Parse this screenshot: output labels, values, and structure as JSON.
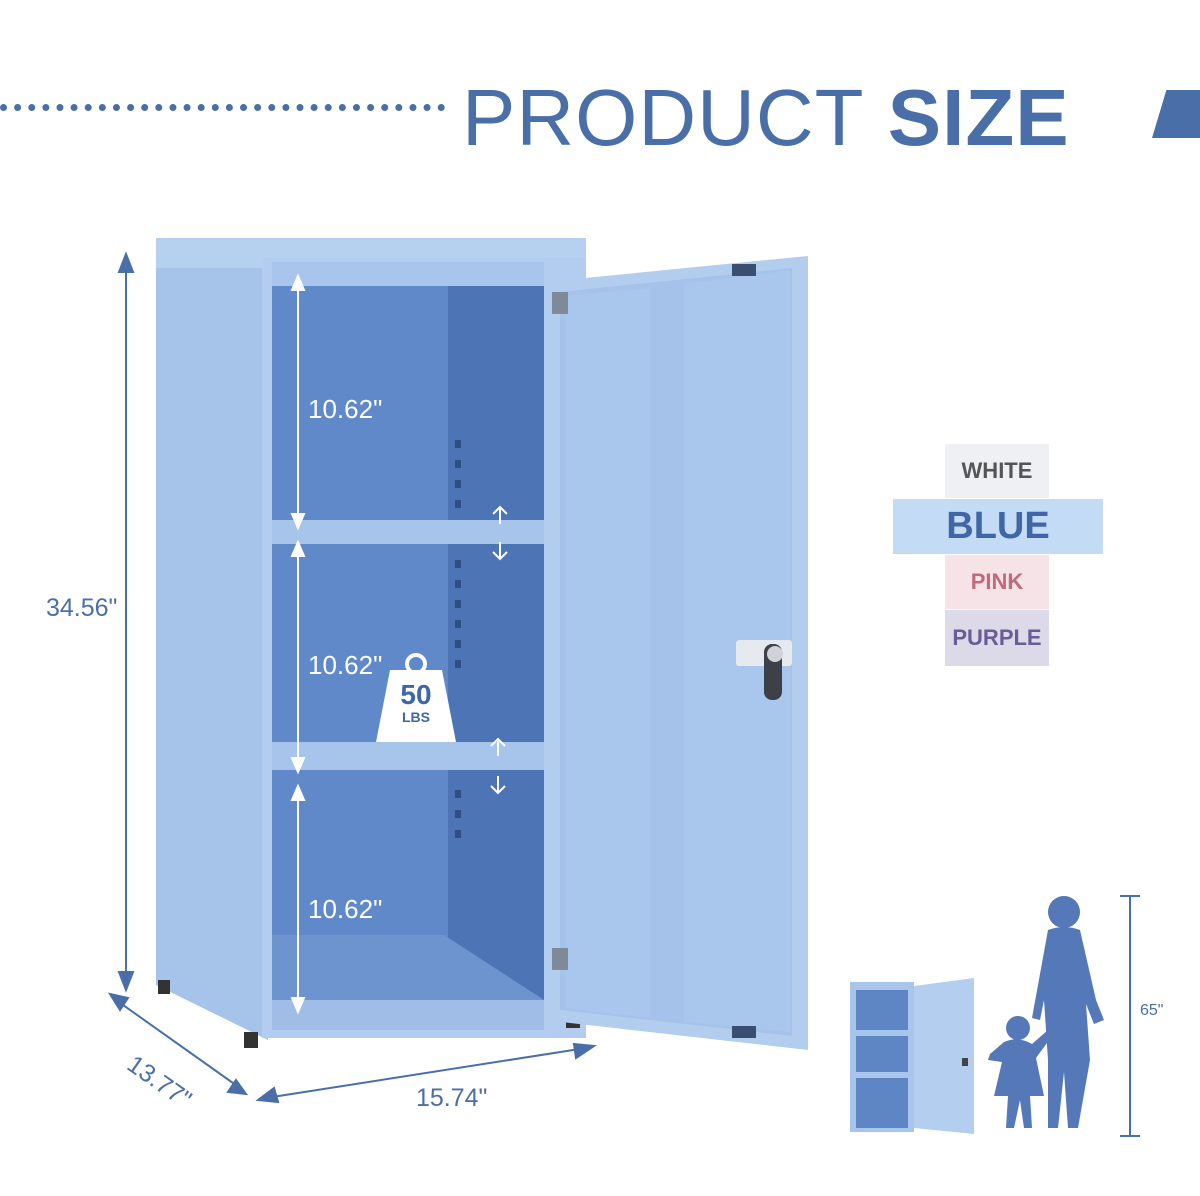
{
  "title": {
    "light": "PRODUCT",
    "bold": "SIZE"
  },
  "dimensions": {
    "height": "34.56\"",
    "depth": "13.77\"",
    "width": "15.74\"",
    "shelf_spacing": [
      "10.62\"",
      "10.62\"",
      "10.62\""
    ],
    "person_height": "65\""
  },
  "weight_badge": {
    "value": "50",
    "unit": "LBS"
  },
  "colors": {
    "options": [
      "WHITE",
      "BLUE",
      "PINK",
      "PURPLE"
    ],
    "selected": "BLUE"
  },
  "palette": {
    "accent": "#4a6fa8",
    "cabinet_outer": "#a9c6ea",
    "cabinet_inner": "#5d85c4"
  }
}
